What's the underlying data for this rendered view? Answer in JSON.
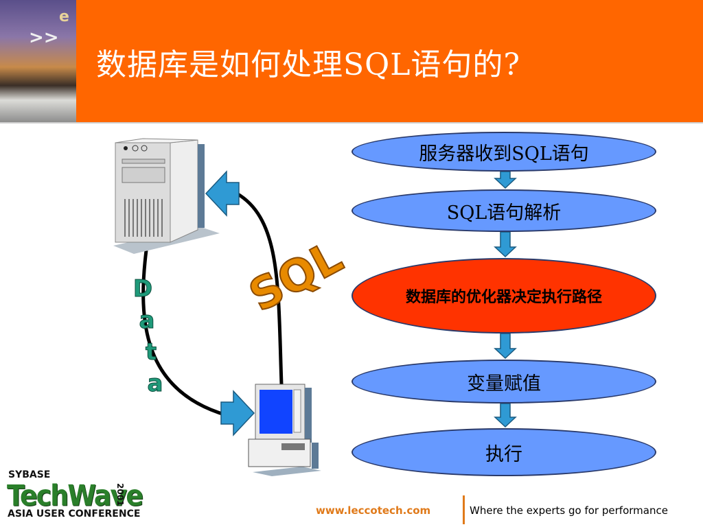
{
  "title": "数据库是如何处理SQL语句的?",
  "header_photo_glyphs": [
    "e",
    ">>"
  ],
  "flow": {
    "steps": [
      {
        "label": "服务器收到SQL语句",
        "highlight": false
      },
      {
        "label": "SQL语句解析",
        "highlight": false
      },
      {
        "label": "数据库的优化器决定执行路径",
        "highlight": true
      },
      {
        "label": "变量赋值",
        "highlight": false
      },
      {
        "label": "执行",
        "highlight": false
      }
    ]
  },
  "diagram": {
    "sql_word": "SQL",
    "data_word": "Data"
  },
  "colors": {
    "header": "#ff6600",
    "ellipse_blue": "#6699ff",
    "ellipse_red": "#ff3300",
    "arrow": "#2f9ad4",
    "sql_text": "#e88a00",
    "data_text": "#1f9a7a"
  },
  "footer": {
    "url": "www.leccotech.com",
    "tagline": "Where the experts go for performance"
  },
  "logo": {
    "line1": "SYBASE",
    "line2": "TechWave",
    "line3": "ASIA USER CONFERENCE",
    "year": "2001"
  }
}
